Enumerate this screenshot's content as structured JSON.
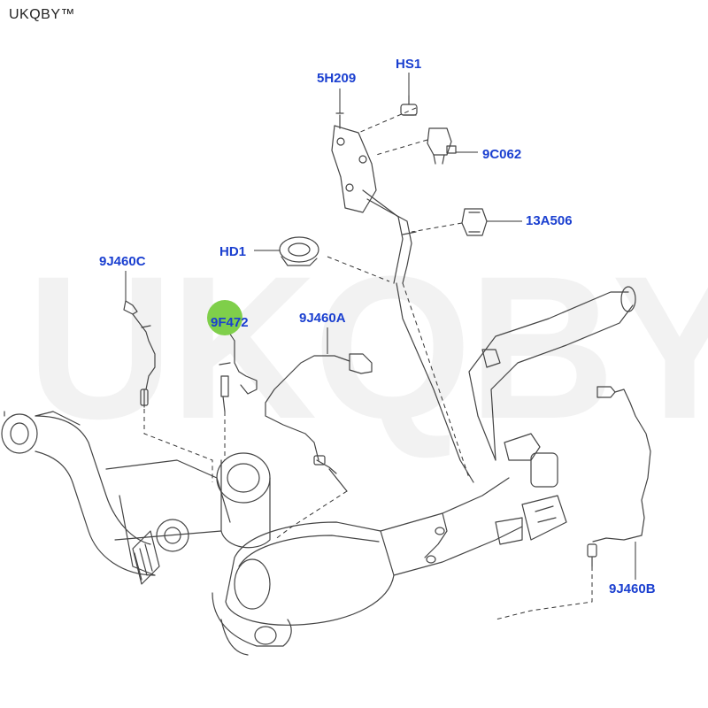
{
  "brand": "UKQBY™",
  "watermark": "UKQBY™",
  "labels": {
    "hs1": "HS1",
    "h5h209": "5H209",
    "c9c062": "9C062",
    "a13a506": "13A506",
    "hd1": "HD1",
    "j9j460c": "9J460C",
    "f9f472": "9F472",
    "j9j460a": "9J460A",
    "j9j460b": "9J460B"
  },
  "colors": {
    "label": "#1a3fd0",
    "highlight": "#7fcf4a",
    "line": "#333333",
    "watermark": "#f2f2f2"
  }
}
